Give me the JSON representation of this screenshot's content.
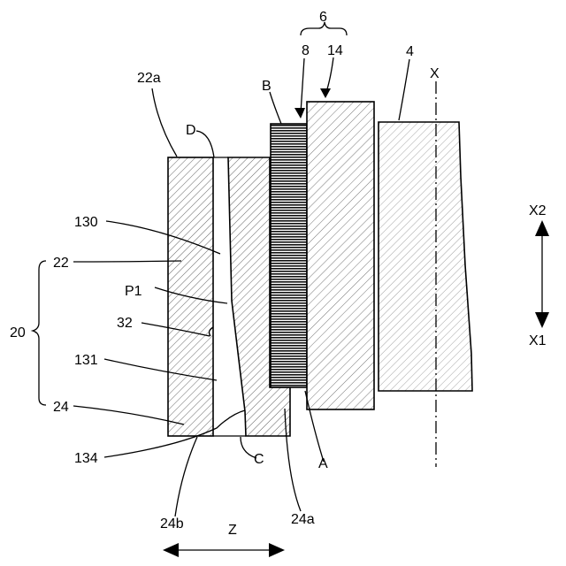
{
  "labels": {
    "assembly": "6",
    "part_8": "8",
    "part_14": "14",
    "part_4": "4",
    "axis_x": "X",
    "point_b": "B",
    "part_22a": "22a",
    "point_d": "D",
    "part_130": "130",
    "part_22": "22",
    "point_p1": "P1",
    "part_32": "32",
    "group_20": "20",
    "part_131": "131",
    "part_24": "24",
    "part_134": "134",
    "point_c": "C",
    "point_a": "A",
    "part_24b": "24b",
    "part_24a": "24a",
    "dir_z": "Z",
    "dir_x1": "X1",
    "dir_x2": "X2"
  }
}
